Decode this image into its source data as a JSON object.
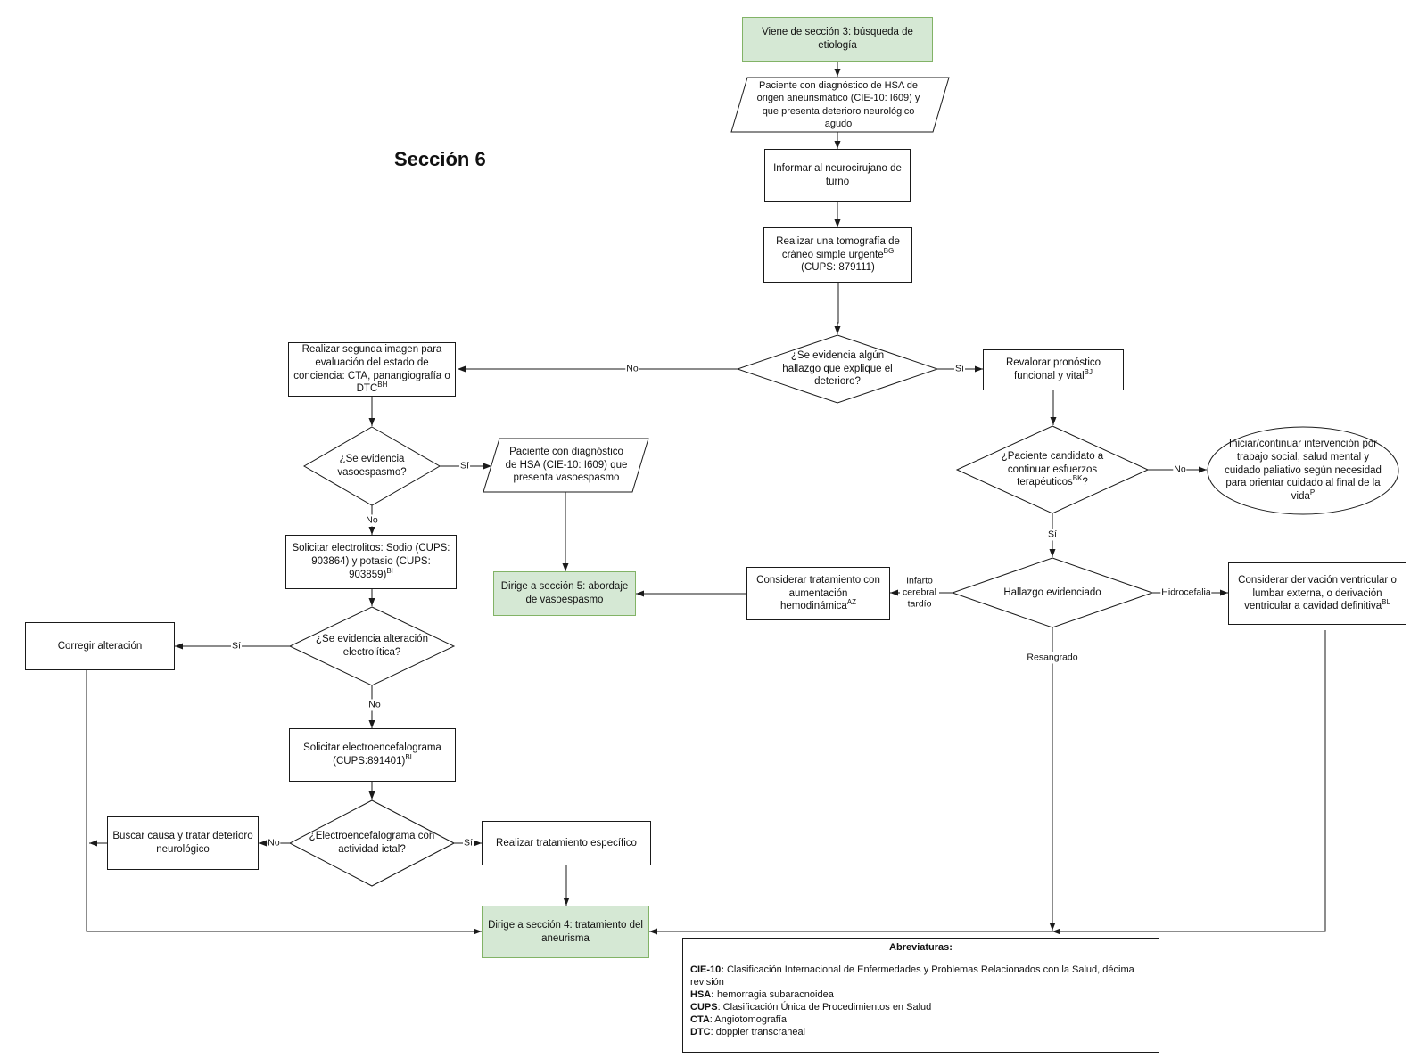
{
  "title": "Sección 6",
  "nodes": {
    "n1": {
      "text": "Viene de sección 3: búsqueda de etiología"
    },
    "n2": {
      "text": "Paciente con diagnóstico de HSA de origen aneurismático (CIE-10: I609) y que presenta deterioro neurológico agudo"
    },
    "n3": {
      "text": "Informar al neurocirujano de turno"
    },
    "n4": {
      "text": "Realizar una tomografía de cráneo simple urgente",
      "sup": "BG",
      "text2": "(CUPS: 879111)"
    },
    "d1": {
      "text": "¿Se evidencia algún hallazgo que explique el deterioro?"
    },
    "n5": {
      "text": "Realizar segunda imagen para evaluación del estado de conciencia: CTA, panangiografía o DTC",
      "sup": "BH"
    },
    "n6": {
      "text": "Revalorar pronóstico funcional y vital",
      "sup": "BJ"
    },
    "d2": {
      "text": "¿Se evidencia vasoespasmo?"
    },
    "n7": {
      "text": "Paciente con diagnóstico de HSA (CIE-10: I609) que presenta vasoespasmo"
    },
    "d3": {
      "text": "¿Paciente candidato a continuar esfuerzos terapéuticos",
      "sup": "BK",
      "text2": "?"
    },
    "n8": {
      "text": "Iniciar/continuar intervención por trabajo social, salud mental y cuidado paliativo según necesidad para orientar cuidado al final de la vida",
      "sup": "P"
    },
    "n9": {
      "text": "Solicitar electrolitos: Sodio (CUPS: 903864) y potasio (CUPS: 903859)",
      "sup": "BI"
    },
    "n10": {
      "text": "Dirige a sección 5: abordaje de vasoespasmo"
    },
    "n11": {
      "text": "Considerar tratamiento con aumentación hemodinámica",
      "sup": "AZ"
    },
    "d4": {
      "text": "Hallazgo evidenciado"
    },
    "n12": {
      "text": "Considerar derivación ventricular o lumbar externa, o derivación ventricular a cavidad definitiva",
      "sup": "BL"
    },
    "n13": {
      "text": "Corregir alteración"
    },
    "d5": {
      "text": "¿Se evidencia alteración electrolítica?"
    },
    "n14": {
      "text": "Solicitar electroencefalograma (CUPS:891401)",
      "sup": "BI"
    },
    "d6": {
      "text": "¿Electroencefalograma con actividad ictal?"
    },
    "n15": {
      "text": "Buscar causa y tratar deterioro neurológico"
    },
    "n16": {
      "text": "Realizar tratamiento específico"
    },
    "n17": {
      "text": "Dirige a sección 4: tratamiento del aneurisma"
    }
  },
  "edge_labels": {
    "d1_no": "No",
    "d1_si": "Sí",
    "d2_si": "Sí",
    "d2_no": "No",
    "d3_no": "No",
    "d3_si": "Sí",
    "d4_infarto": "Infarto cerebral tardío",
    "d4_hidro": "Hidrocefalia",
    "d4_resangrado": "Resangrado",
    "d5_si": "Sí",
    "d5_no": "No",
    "d6_no": "No",
    "d6_si": "Sí"
  },
  "abbreviations": {
    "heading": "Abreviaturas:",
    "items": [
      {
        "term": "CIE-10:",
        "definition": "Clasificación Internacional de Enfermedades y Problemas Relacionados con la Salud, décima revisión"
      },
      {
        "term": "HSA:",
        "definition": "hemorragia subaracnoidea"
      },
      {
        "term": "CUPS",
        "definition": ": Clasificación Única de Procedimientos en Salud"
      },
      {
        "term": "CTA",
        "definition": ": Angiotomografía"
      },
      {
        "term": "DTC",
        "definition": ": doppler transcraneal"
      }
    ]
  }
}
